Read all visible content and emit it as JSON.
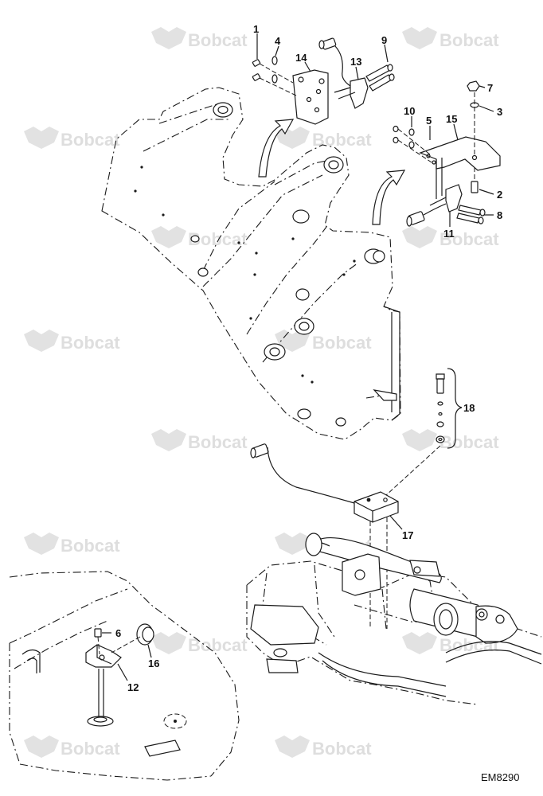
{
  "watermark": {
    "text": "Bobcat"
  },
  "callouts": {
    "c1": "1",
    "c2": "2",
    "c3": "3",
    "c4": "4",
    "c5": "5",
    "c6": "6",
    "c7": "7",
    "c8": "8",
    "c9": "9",
    "c10": "10",
    "c11": "11",
    "c12": "12",
    "c13": "13",
    "c14": "14",
    "c15": "15",
    "c16": "16",
    "c17": "17",
    "c18": "18"
  },
  "drawing_code": "EM8290",
  "colors": {
    "line": "#1a1a1a",
    "watermark": "#dedede",
    "background": "#ffffff"
  }
}
